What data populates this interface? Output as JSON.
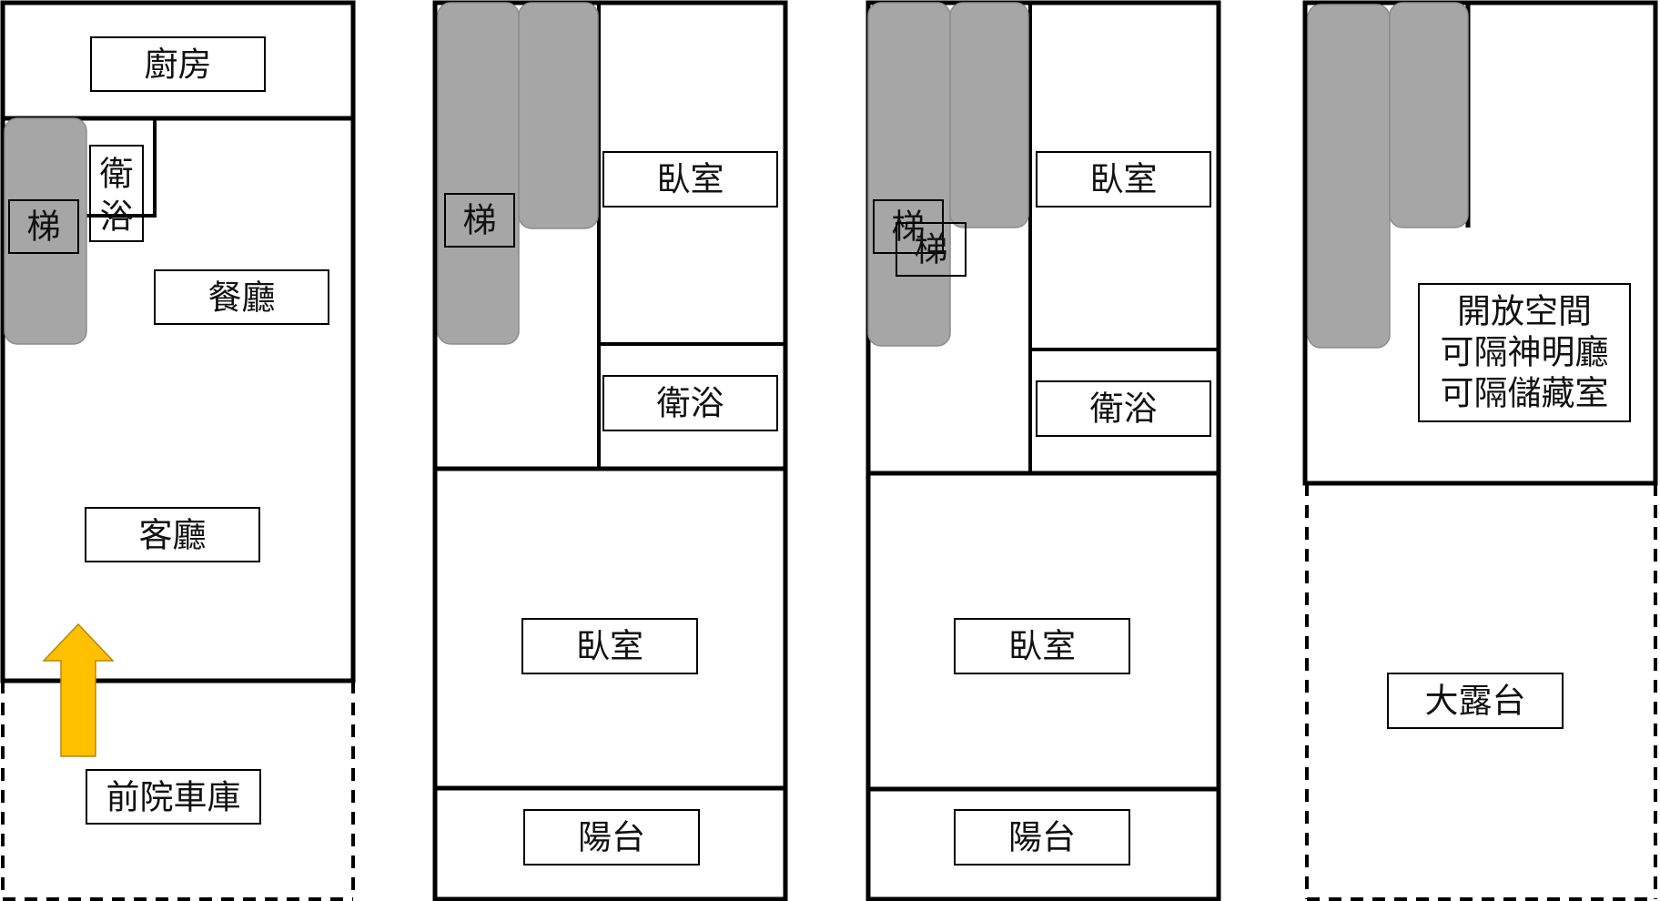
{
  "floors": [
    {
      "rooms": {
        "kitchen": "廚房",
        "stair": "梯",
        "bath": "衛浴",
        "bath_char1": "衛",
        "bath_char2": "浴",
        "dining": "餐廳",
        "living": "客廳",
        "garage": "前院車庫"
      }
    },
    {
      "rooms": {
        "stair": "梯",
        "bedroom_top": "臥室",
        "bath": "衛浴",
        "bedroom_main": "臥室",
        "balcony": "陽台"
      }
    },
    {
      "rooms": {
        "stair_a": "梯",
        "stair_b": "梯",
        "bedroom_top": "臥室",
        "bath": "衛浴",
        "bedroom_main": "臥室",
        "balcony": "陽台"
      }
    },
    {
      "rooms": {
        "open_space_line1": "開放空間",
        "open_space_line2": "可隔神明廳",
        "open_space_line3": "可隔儲藏室",
        "terrace": "大露台"
      }
    }
  ],
  "colors": {
    "wall": "#000000",
    "stair_fill": "#a6a6a6",
    "stair_stroke": "#8c8c8c",
    "entry_arrow": "#ffc000",
    "entry_arrow_stroke": "#b8860b"
  },
  "icons": {
    "entry": "entry-arrow-icon"
  }
}
